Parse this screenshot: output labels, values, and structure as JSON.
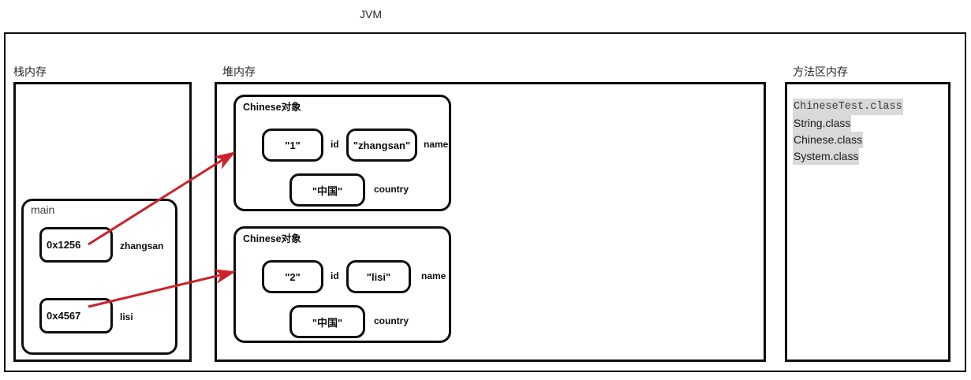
{
  "diagram": {
    "title": "JVM",
    "accent_red": "#cc2229",
    "line_color": "#0d0d0d",
    "highlight_bg": "#d9d9d9"
  },
  "regions": {
    "stack": {
      "label": "栈内存",
      "frame": {
        "title": "main",
        "variables": [
          {
            "value": "0x1256",
            "name": "zhangsan"
          },
          {
            "value": "0x4567",
            "name": "lisi"
          }
        ]
      }
    },
    "heap": {
      "label": "堆内存",
      "objects": [
        {
          "title": "Chinese对象",
          "fields": [
            {
              "value": "\"1\"",
              "label": "id"
            },
            {
              "value": "\"zhangsan\"",
              "label": "name"
            },
            {
              "value": "\"中国\"",
              "label": "country"
            }
          ]
        },
        {
          "title": "Chinese对象",
          "fields": [
            {
              "value": "\"2\"",
              "label": "id"
            },
            {
              "value": "\"lisi\"",
              "label": "name"
            },
            {
              "value": "\"中国\"",
              "label": "country"
            }
          ]
        }
      ]
    },
    "method_area": {
      "label": "方法区内存",
      "classes": [
        "ChineseTest.class",
        "String.class",
        "Chinese.class",
        "System.class"
      ]
    }
  },
  "arrows": [
    {
      "name": "zhangsan-to-object-1",
      "from": "0x1256",
      "to": "Chinese对象 #1"
    },
    {
      "name": "lisi-to-object-2",
      "from": "0x4567",
      "to": "Chinese对象 #2"
    }
  ]
}
